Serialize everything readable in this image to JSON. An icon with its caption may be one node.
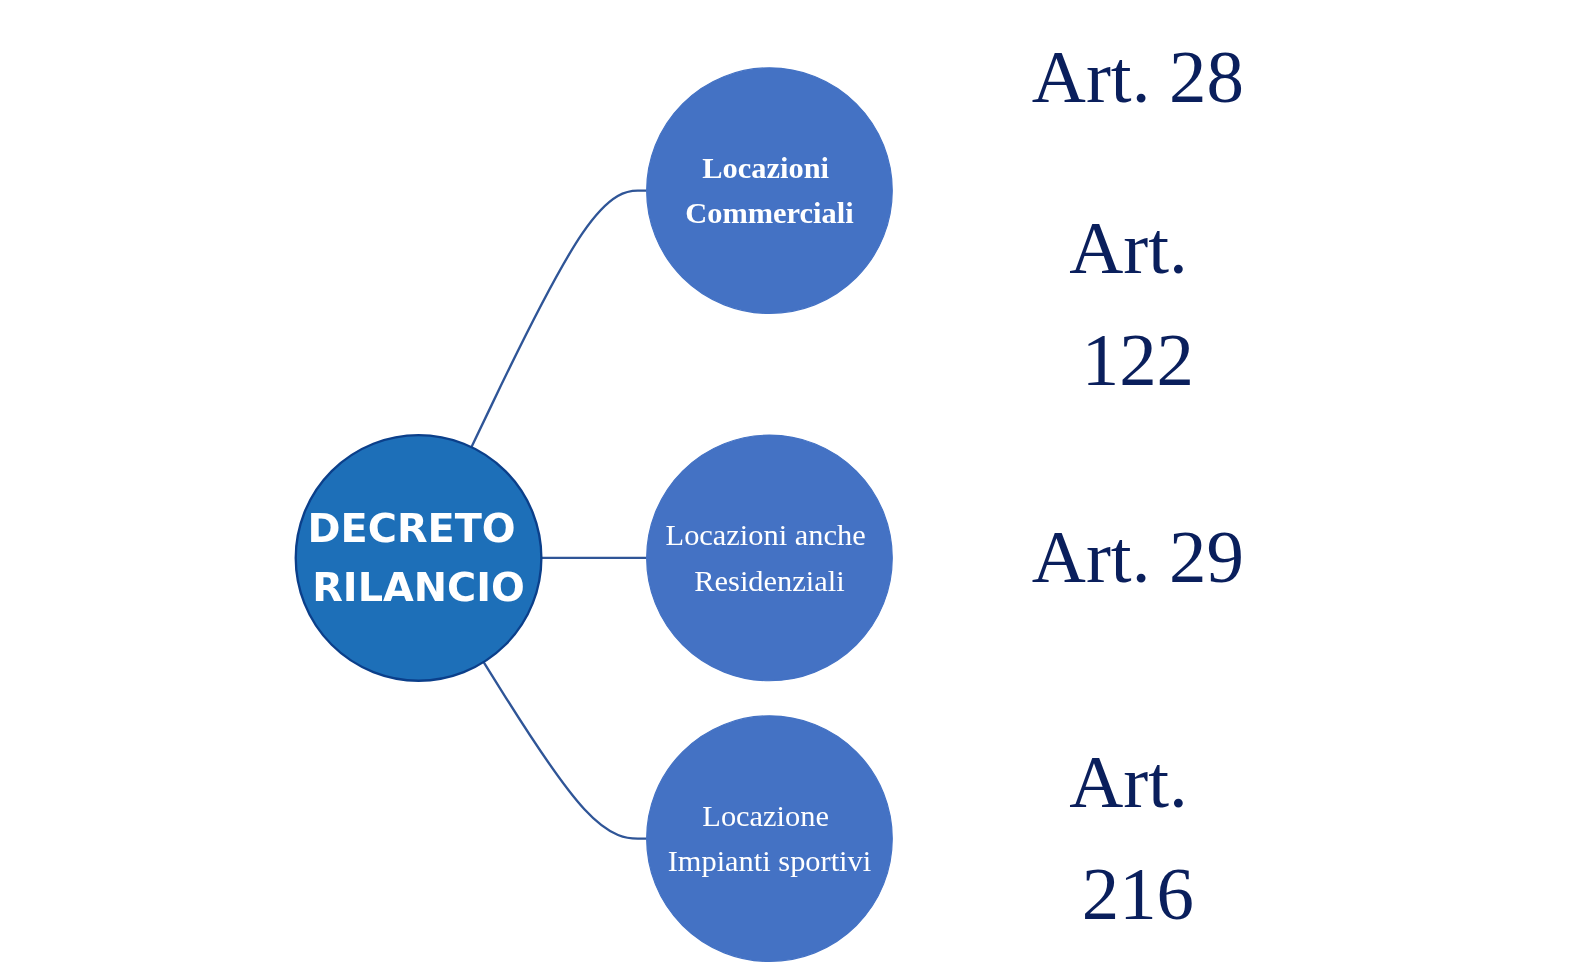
{
  "diagram": {
    "nodes": [
      {
        "text": [
          "DECRETO RILANCIO"
        ]
      },
      {
        "text": [
          "Locazioni Commerciali"
        ],
        "beside": [
          "Art. 28",
          "Art. 122"
        ]
      },
      {
        "text": [
          "Locazioni anche Residenziali"
        ],
        "beside": [
          "Art. 29"
        ]
      },
      {
        "text": [
          "Locazione Impianti sportivi"
        ],
        "beside": [
          "Art. 216"
        ]
      }
    ],
    "edges": [
      {
        "from": 0,
        "to": 1,
        "arrow": "none"
      },
      {
        "from": 0,
        "to": 2,
        "arrow": "none"
      },
      {
        "from": 0,
        "to": 3,
        "arrow": "none"
      }
    ]
  }
}
